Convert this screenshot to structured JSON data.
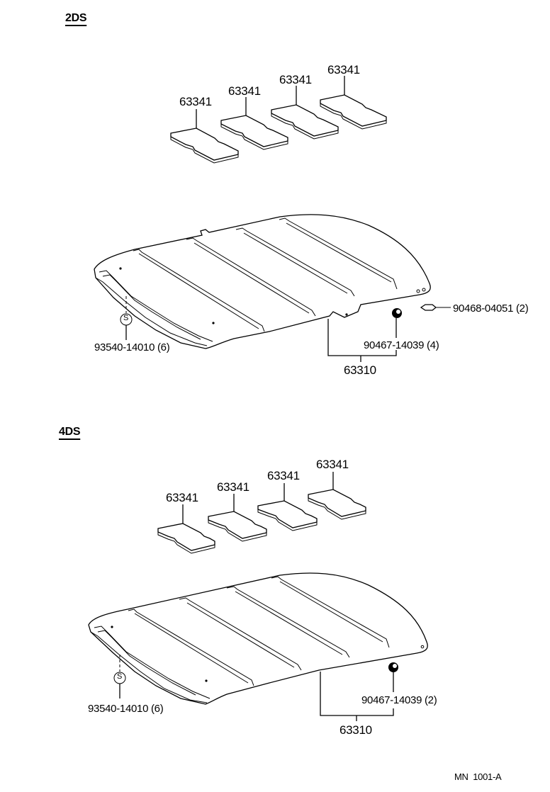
{
  "sections": [
    {
      "title": "2DS",
      "pads": [
        {
          "part_no": "63341"
        },
        {
          "part_no": "63341"
        },
        {
          "part_no": "63341"
        },
        {
          "part_no": "63341"
        }
      ],
      "clip_symbol": "S",
      "clip_label": "93540-14010 (6)",
      "fastener_label": "90467-14039 (4)",
      "extra_label": "90468-04051 (2)",
      "assembly_label": "63310"
    },
    {
      "title": "4DS",
      "pads": [
        {
          "part_no": "63341"
        },
        {
          "part_no": "63341"
        },
        {
          "part_no": "63341"
        },
        {
          "part_no": "63341"
        }
      ],
      "clip_symbol": "S",
      "clip_label": "93540-14010 (6)",
      "fastener_label": "90467-14039 (2)",
      "assembly_label": "63310"
    }
  ],
  "footer": {
    "code": "MN  1001-A"
  }
}
